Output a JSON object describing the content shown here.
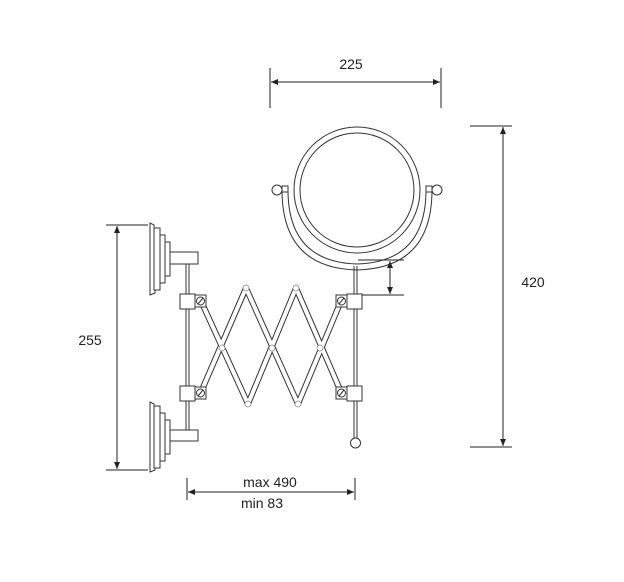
{
  "dimensions": {
    "mirror_width": "225",
    "total_height": "420",
    "wall_plate_spacing": "255",
    "extension_max": "max 490",
    "extension_min": "min 83"
  },
  "colors": {
    "line": "#333333",
    "background": "#ffffff"
  }
}
